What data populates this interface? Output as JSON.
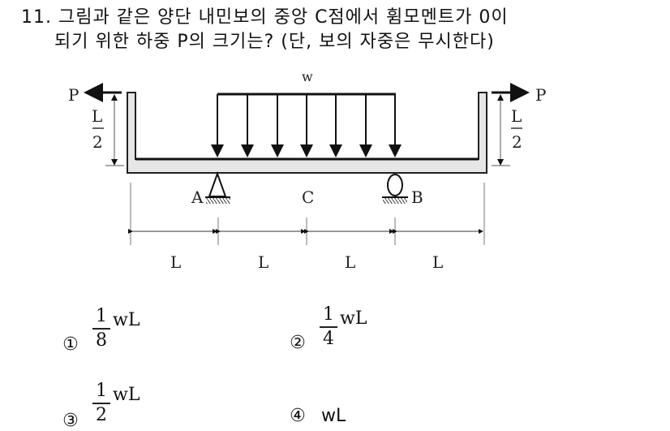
{
  "question": {
    "number": "11.",
    "line1": "11. 그림과 같은 양단 내민보의 중앙 C점에서 휨모멘트가 0이",
    "line2": "되기 위한 하중 P의 크기는? (단, 보의 자중은 무시한다)"
  },
  "diagram": {
    "load_label": "w",
    "force_left": "P",
    "force_right": "P",
    "height_left": {
      "num": "L",
      "den": "2"
    },
    "height_right": {
      "num": "L",
      "den": "2"
    },
    "support_a": "A",
    "point_c": "C",
    "support_b": "B",
    "spans": [
      "L",
      "L",
      "L",
      "L"
    ]
  },
  "choices": [
    {
      "marker": "①",
      "num": "1",
      "den": "8",
      "rest": "wL"
    },
    {
      "marker": "②",
      "num": "1",
      "den": "4",
      "rest": "wL"
    },
    {
      "marker": "③",
      "num": "1",
      "den": "2",
      "rest": "wL"
    },
    {
      "marker": "④",
      "text": "wL"
    }
  ]
}
